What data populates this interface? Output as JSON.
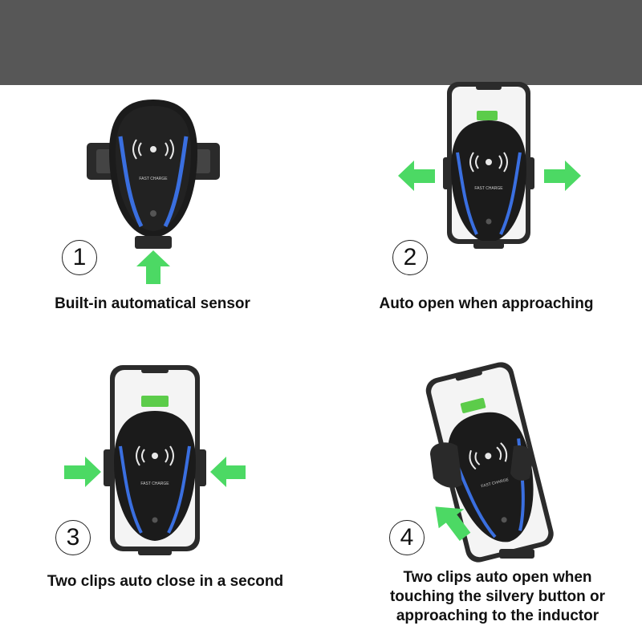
{
  "colors": {
    "band": "#575757",
    "arrow": "#4cd964",
    "body": "#1b1b1b",
    "accent": "#3a6fe0",
    "battery": "#5ccc4a"
  },
  "steps": [
    {
      "number": "1",
      "caption": "Built-in automatical sensor",
      "device_label": "FAST CHARGE"
    },
    {
      "number": "2",
      "caption": "Auto open when approaching",
      "device_label": "FAST CHARGE"
    },
    {
      "number": "3",
      "caption": "Two clips auto close in a second",
      "device_label": "FAST CHARGE"
    },
    {
      "number": "4",
      "caption_lines": [
        "Two clips auto open when",
        "touching the silvery button or",
        "approaching to the inductor"
      ],
      "device_label": "FAST CHARGE"
    }
  ]
}
